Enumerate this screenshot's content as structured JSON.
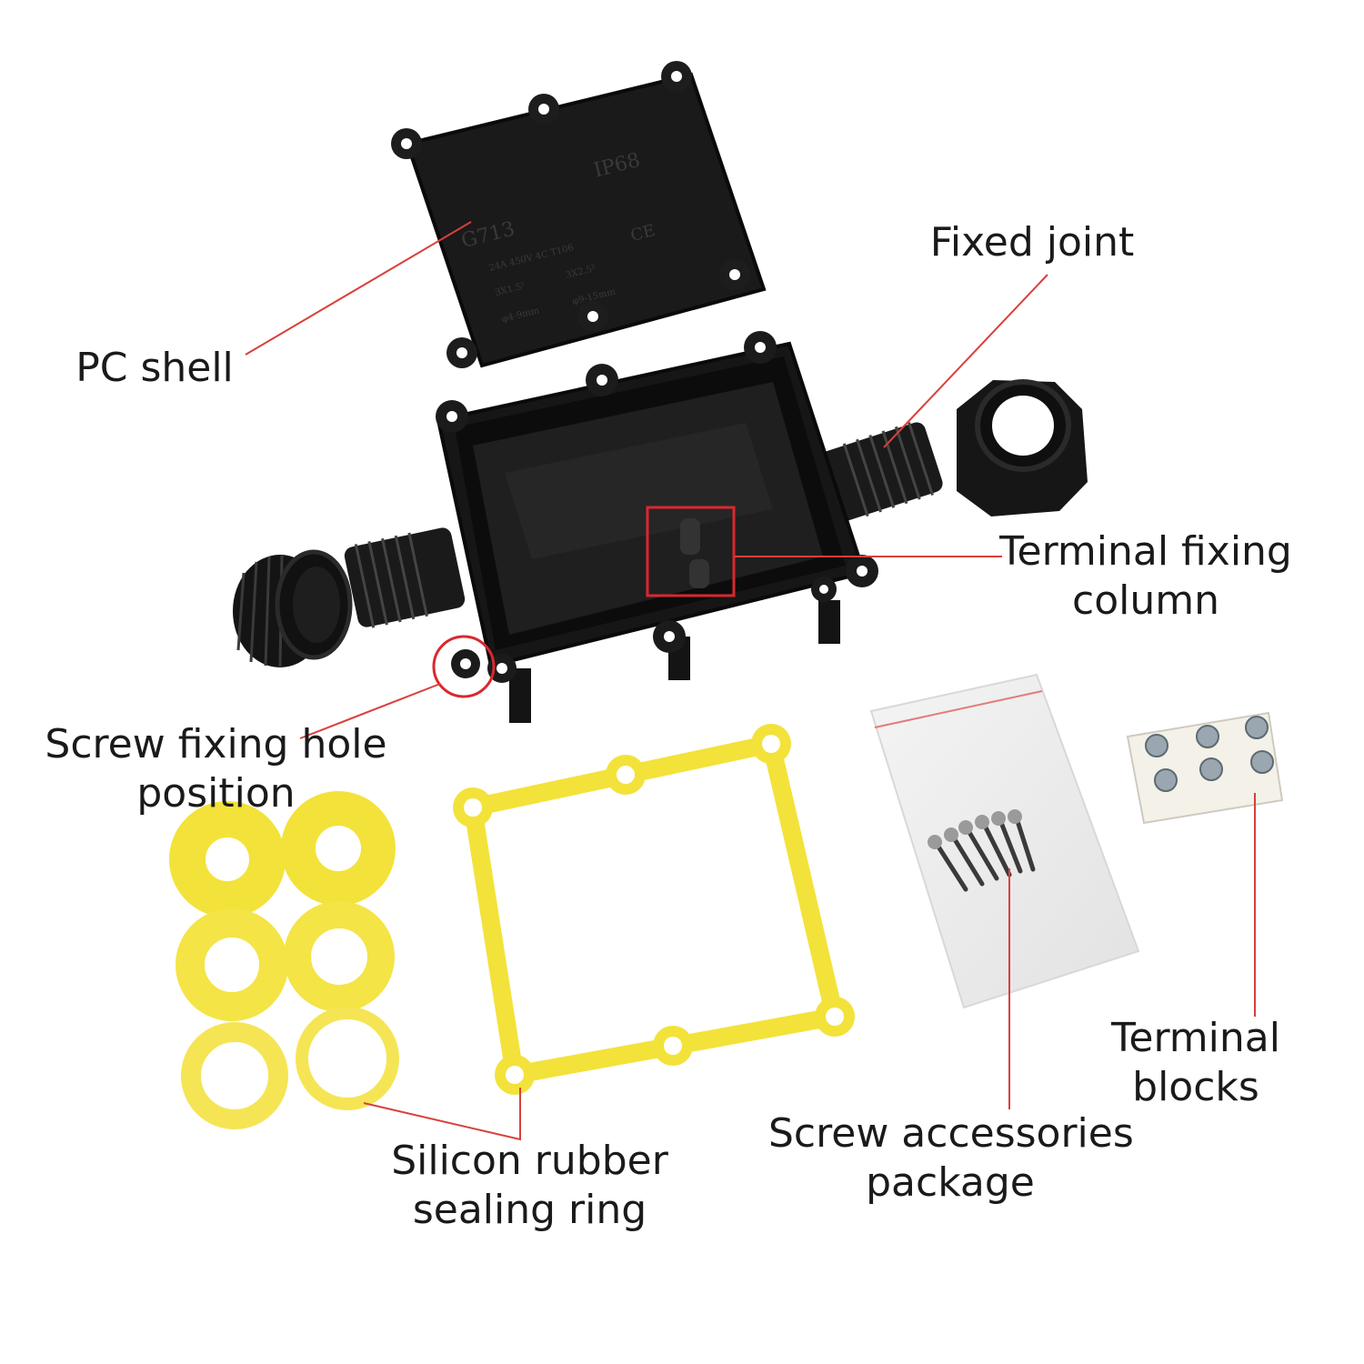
{
  "labels": {
    "pc_shell": "PC shell",
    "fixed_joint": "Fixed joint",
    "terminal_fixing_column": [
      "Terminal fixing",
      "column"
    ],
    "screw_fixing_hole": [
      "Screw fixing hole",
      "position"
    ],
    "sealing_ring": [
      "Silicon rubber",
      "sealing ring"
    ],
    "screw_package": [
      "Screw accessories",
      "package"
    ],
    "terminal_blocks": [
      "Terminal",
      "blocks"
    ]
  },
  "lid_markings": {
    "model": "G713",
    "rating": "IP68",
    "spec_row1": "24A 450V 4C T106",
    "spec_row2a": "3X1.5²",
    "spec_row2b": "3X2.5²",
    "spec_row3a": "φ4-9mm",
    "spec_row3b": "φ9-15mm",
    "cert": "CE"
  },
  "colors": {
    "leader_line": "#d9403a",
    "highlight": "#d9282e",
    "body_black": "#151515",
    "ring_yellow": "#f3e23a"
  }
}
